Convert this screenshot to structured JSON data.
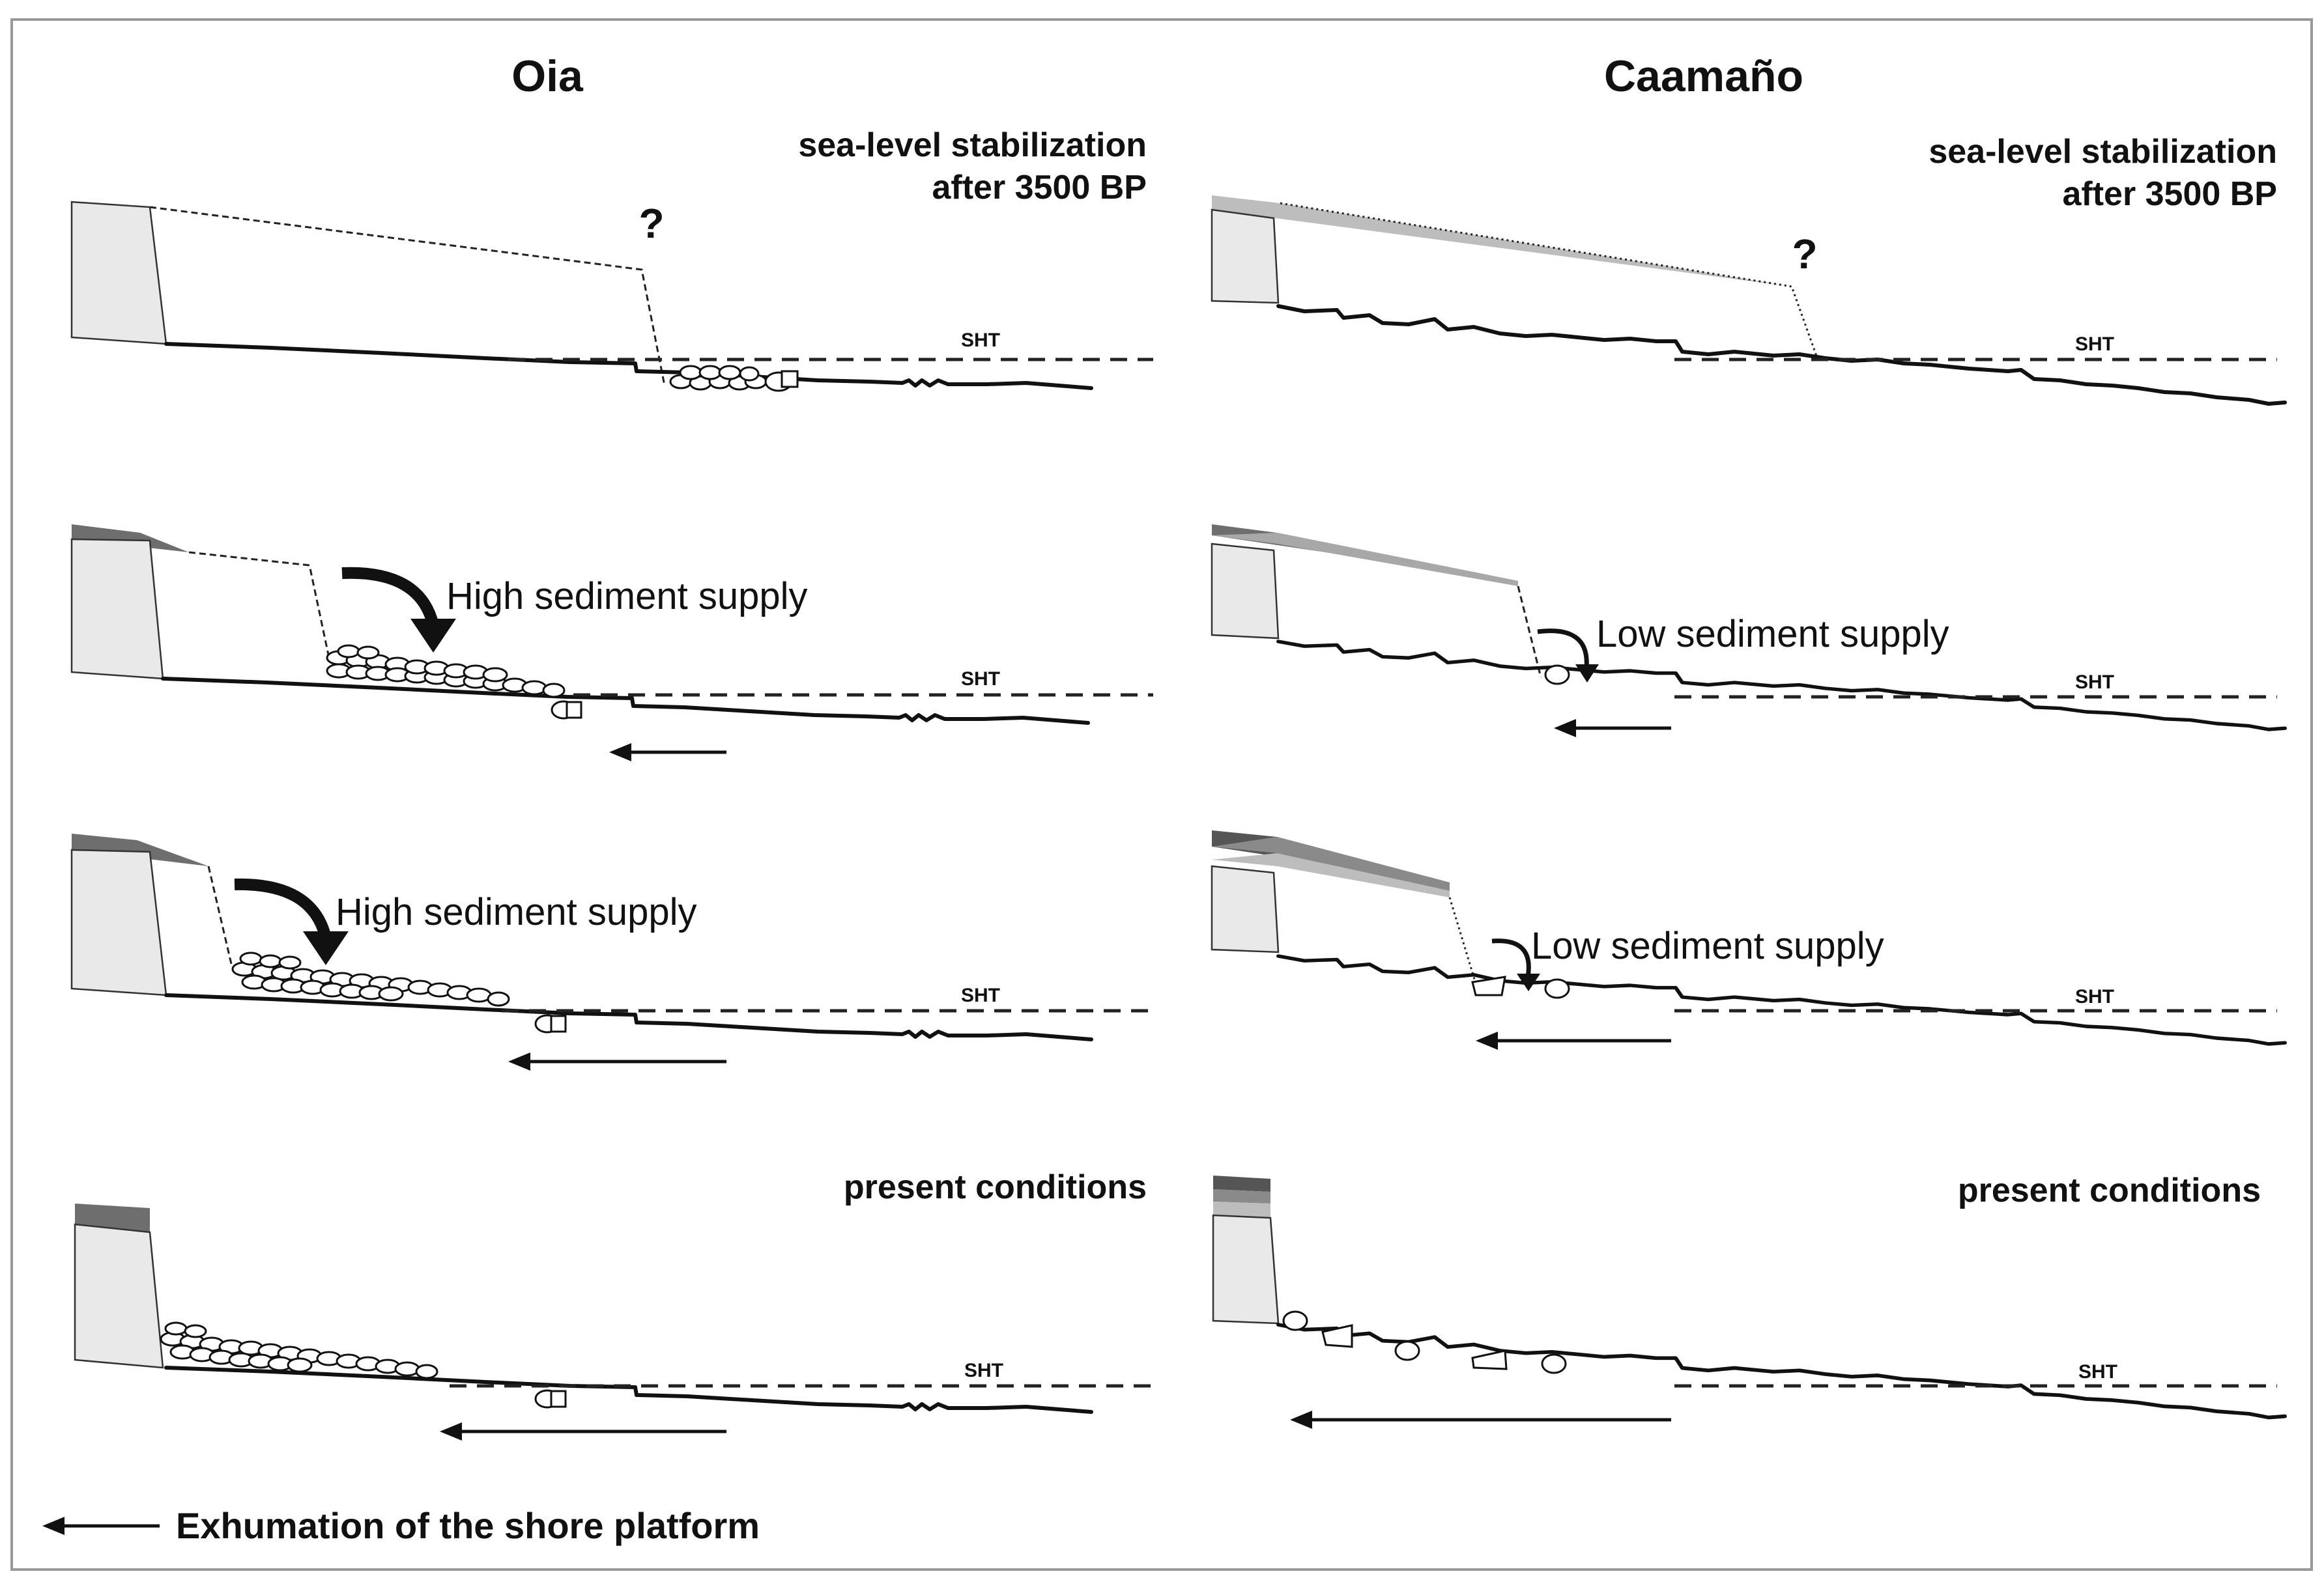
{
  "columns": {
    "left_title": "Oia",
    "right_title": "Caamaño"
  },
  "stages": {
    "first": "sea-level stabilization",
    "first_line2": "after 3500 BP",
    "last": "present conditions"
  },
  "labels": {
    "sht": "SHT",
    "question": "?",
    "high_supply": "High sediment supply",
    "low_supply": "Low sediment supply"
  },
  "legend": {
    "exhumation": "Exhumation of the shore platform"
  },
  "colors": {
    "cliff": "#e9e9e9",
    "cover_dark": "#6e6e6e",
    "cover_mid": "#999999",
    "cover_light": "#c4c4c4",
    "frame": "#999999"
  }
}
